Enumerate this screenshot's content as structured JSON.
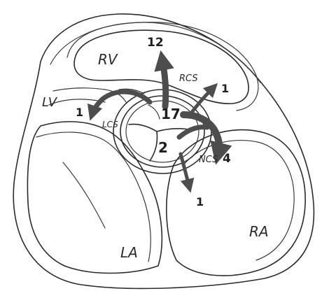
{
  "labels": {
    "rv": "RV",
    "lv": "LV",
    "la": "LA",
    "ra": "RA",
    "rcs": "RCS",
    "lcs": "LCS",
    "ncs": "NCS"
  },
  "counts": {
    "top": "12",
    "left": "1",
    "upper_right": "1",
    "center": "17",
    "lower_center": "2",
    "right": "4",
    "bottom": "1"
  },
  "colors": {
    "ink": "#2b2b2b",
    "arrow": "#4d4d4d"
  }
}
